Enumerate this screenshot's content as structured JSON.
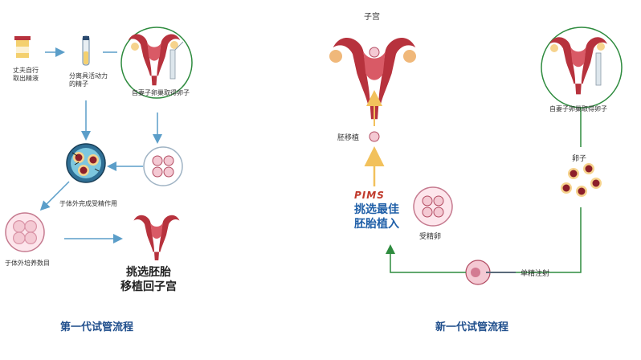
{
  "gen1": {
    "husband_label": "丈夫自行\n取出精液",
    "separate_label": "分离具活动力\n的精子",
    "wife_egg_label": "自妻子卵巢取得卵子",
    "fertilize_label": "于体外完成受精作用",
    "culture_label": "于体外培养数目",
    "transfer_label": "挑选胚胎\n移植回子宫",
    "title": "第一代试管流程"
  },
  "gen2": {
    "uterus_label": "子宫",
    "wife_egg_label": "自妻子卵巢取得卵子",
    "egg_label": "卵子",
    "embryo_transfer_label": "胚移植",
    "pims_label": "PIMS",
    "select_label": "挑选最佳\n胚胎植入",
    "fertilized_egg_label": "受精卵",
    "injection_label": "单精注射",
    "title": "新一代试管流程"
  },
  "colors": {
    "uterus": "#b7323d",
    "arrow_blue": "#5b9ec9",
    "arrow_green": "#2e8b3e",
    "arrow_yellow": "#f2c15c",
    "egg_pink": "#f4c9d3",
    "title_blue": "#1f4e8c"
  }
}
